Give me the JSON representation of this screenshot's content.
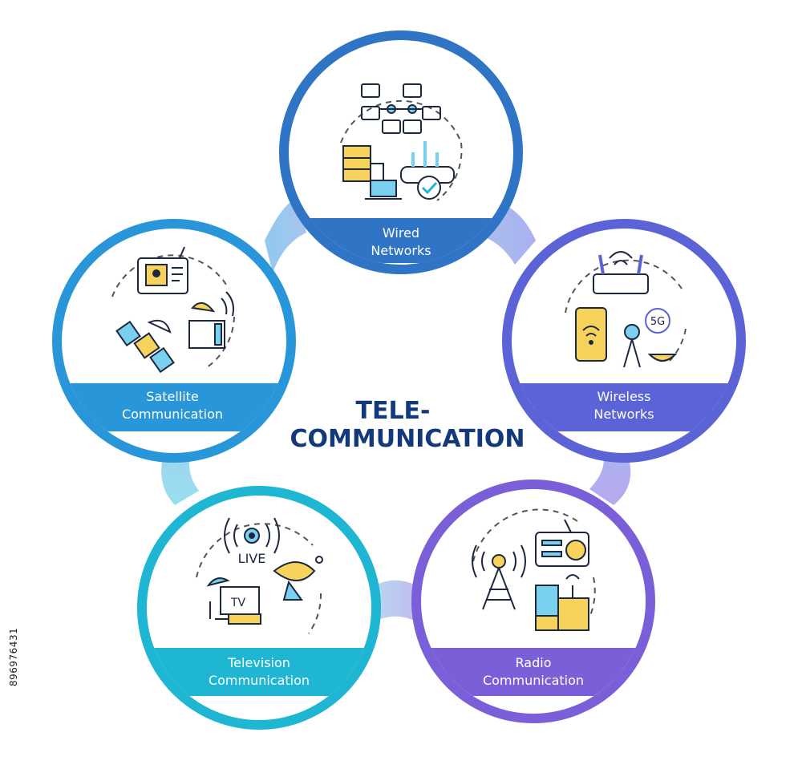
{
  "center": {
    "line1": "TELE-",
    "line2": "COMMUNICATION"
  },
  "nodes": [
    {
      "id": "wired",
      "line1": "Wired",
      "line2": "Networks",
      "color": "#2f74c5"
    },
    {
      "id": "wireless",
      "line1": "Wireless",
      "line2": "Networks",
      "color": "#5b63d6"
    },
    {
      "id": "radio",
      "line1": "Radio",
      "line2": "Communication",
      "color": "#7a5fd8"
    },
    {
      "id": "television",
      "line1": "Television",
      "line2": "Communication",
      "color": "#1fb6d4"
    },
    {
      "id": "satellite",
      "line1": "Satellite",
      "line2": "Communication",
      "color": "#2896d9"
    }
  ],
  "icons": {
    "wired": "wired-network-icon",
    "wireless": "wireless-router-5g-icon",
    "radio": "radio-tower-receiver-icon",
    "television": "tv-live-broadcast-icon",
    "satellite": "satellite-dish-icon"
  },
  "stock_id": "896976431"
}
